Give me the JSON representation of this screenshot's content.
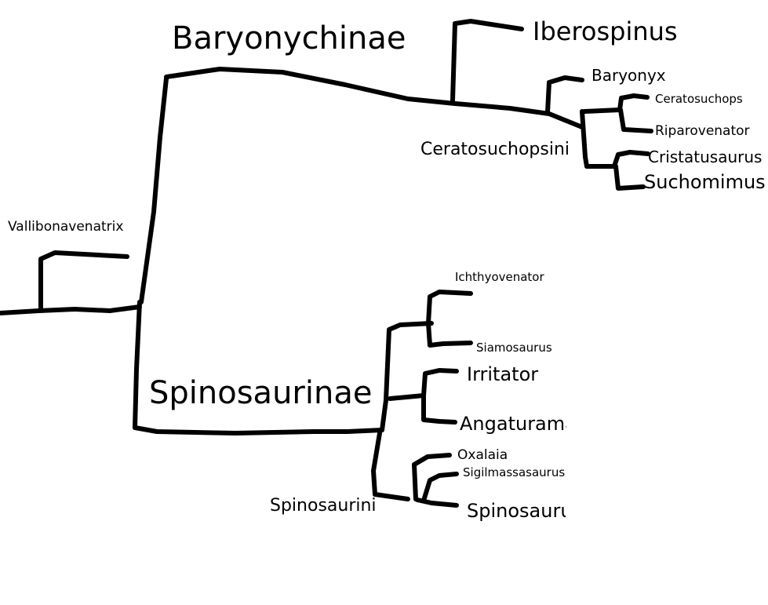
{
  "clades": {
    "baryonychinae": "Baryonychinae",
    "spinosaurinae": "Spinosaurinae",
    "ceratosuchopsini": "Ceratosuchopsini",
    "spinosaurini": "Spinosaurini"
  },
  "taxa": {
    "vallibonavenatrix": "Vallibonavenatrix",
    "iberospinus": "Iberospinus",
    "baryonyx": "Baryonyx",
    "ceratosuchops": "Ceratosuchops",
    "riparovenator": "Riparovenator",
    "cristatusaurus": "Cristatusaurus",
    "suchomimus": "Suchomimus",
    "ichthyovenator": "Ichthyovenator",
    "siamosaurus": "Siamosaurus",
    "irritator": "Irritator",
    "angaturama": "Angaturama",
    "oxalaia": "Oxalaia",
    "sigilmassasaurus": "Sigilmassasaurus",
    "spinosaurus": "Spinosaurus"
  },
  "colors": {
    "line": "#000000",
    "background": "#ffffff"
  }
}
